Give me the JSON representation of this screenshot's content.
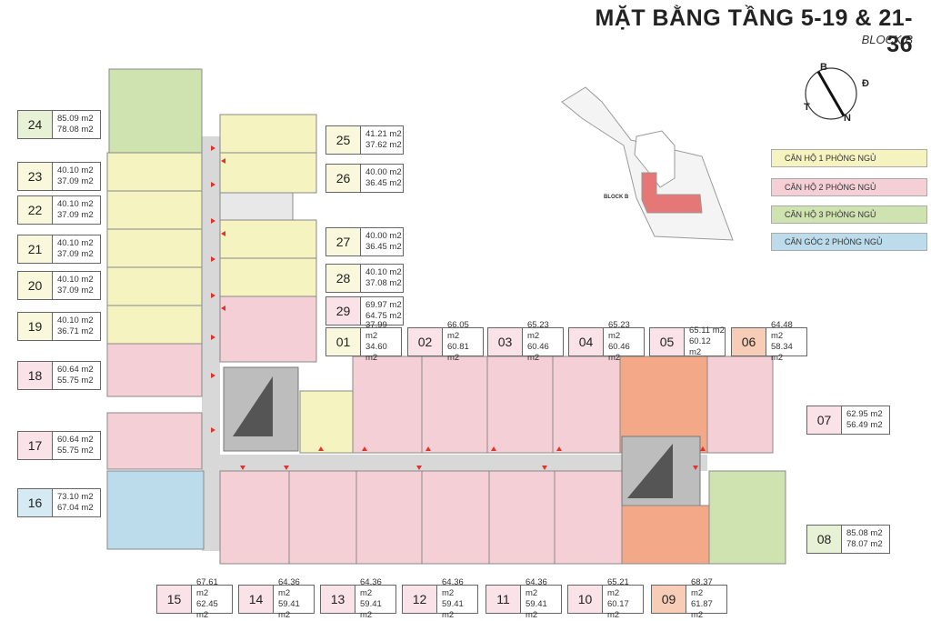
{
  "title": "MẶT BẰNG TẦNG 5-19 & 21-36",
  "subtitle": "BLOCK B",
  "compass": {
    "n": "B",
    "s": "N",
    "e": "Đ",
    "w": "T"
  },
  "keymap_label": "BLOCK B",
  "colors": {
    "one_bed": "#f5f3bf",
    "two_bed": "#f5cfd6",
    "three_bed": "#cfe3b0",
    "corner": "#bcdcec",
    "orange": "#f3a888",
    "corridor": "#d6d6d6"
  },
  "legend": [
    {
      "label": "CĂN HỘ 1 PHÒNG NGỦ",
      "color": "#f5f3bf"
    },
    {
      "label": "CĂN HỘ 2 PHÒNG NGỦ",
      "color": "#f5cfd6"
    },
    {
      "label": "CĂN HỘ 3 PHÒNG NGỦ",
      "color": "#cfe3b0"
    },
    {
      "label": "CĂN GÓC 2 PHÒNG NGỦ",
      "color": "#bcdcec"
    }
  ],
  "units": [
    {
      "id": "24",
      "a1": "85.09 m2",
      "a2": "78.08 m2",
      "color": "#e6f1d6"
    },
    {
      "id": "23",
      "a1": "40.10 m2",
      "a2": "37.09 m2",
      "color": "#f9f8dc"
    },
    {
      "id": "22",
      "a1": "40.10 m2",
      "a2": "37.09 m2",
      "color": "#f9f8dc"
    },
    {
      "id": "21",
      "a1": "40.10 m2",
      "a2": "37.09 m2",
      "color": "#f9f8dc"
    },
    {
      "id": "20",
      "a1": "40.10 m2",
      "a2": "37.09 m2",
      "color": "#f9f8dc"
    },
    {
      "id": "19",
      "a1": "40.10 m2",
      "a2": "36.71 m2",
      "color": "#f9f8dc"
    },
    {
      "id": "18",
      "a1": "60.64 m2",
      "a2": "55.75 m2",
      "color": "#fae3e8"
    },
    {
      "id": "17",
      "a1": "60.64 m2",
      "a2": "55.75 m2",
      "color": "#fae3e8"
    },
    {
      "id": "16",
      "a1": "73.10 m2",
      "a2": "67.04 m2",
      "color": "#d6eaf4"
    },
    {
      "id": "25",
      "a1": "41.21 m2",
      "a2": "37.62 m2",
      "color": "#f9f8dc"
    },
    {
      "id": "26",
      "a1": "40.00 m2",
      "a2": "36.45 m2",
      "color": "#f9f8dc"
    },
    {
      "id": "27",
      "a1": "40.00 m2",
      "a2": "36.45 m2",
      "color": "#f9f8dc"
    },
    {
      "id": "28",
      "a1": "40.10 m2",
      "a2": "37.08 m2",
      "color": "#f9f8dc"
    },
    {
      "id": "29",
      "a1": "69.97 m2",
      "a2": "64.75 m2",
      "color": "#fae3e8"
    },
    {
      "id": "01",
      "a1": "37.99 m2",
      "a2": "34.60 m2",
      "color": "#f9f8dc"
    },
    {
      "id": "02",
      "a1": "66.05 m2",
      "a2": "60.81 m2",
      "color": "#fae3e8"
    },
    {
      "id": "03",
      "a1": "65.23 m2",
      "a2": "60.46 m2",
      "color": "#fae3e8"
    },
    {
      "id": "04",
      "a1": "65.23 m2",
      "a2": "60.46 m2",
      "color": "#fae3e8"
    },
    {
      "id": "05",
      "a1": "65.11 m2",
      "a2": "60.12 m2",
      "color": "#fae3e8"
    },
    {
      "id": "06",
      "a1": "64.48 m2",
      "a2": "58.34 m2",
      "color": "#f8cdb8"
    },
    {
      "id": "07",
      "a1": "62.95 m2",
      "a2": "56.49 m2",
      "color": "#fae3e8"
    },
    {
      "id": "08",
      "a1": "85.08 m2",
      "a2": "78.07 m2",
      "color": "#e6f1d6"
    },
    {
      "id": "15",
      "a1": "67.61 m2",
      "a2": "62.45 m2",
      "color": "#fae3e8"
    },
    {
      "id": "14",
      "a1": "64.36 m2",
      "a2": "59.41 m2",
      "color": "#fae3e8"
    },
    {
      "id": "13",
      "a1": "64.36 m2",
      "a2": "59.41 m2",
      "color": "#fae3e8"
    },
    {
      "id": "12",
      "a1": "64.36 m2",
      "a2": "59.41 m2",
      "color": "#fae3e8"
    },
    {
      "id": "11",
      "a1": "64.36 m2",
      "a2": "59.41 m2",
      "color": "#fae3e8"
    },
    {
      "id": "10",
      "a1": "65.21 m2",
      "a2": "60.17 m2",
      "color": "#fae3e8"
    },
    {
      "id": "09",
      "a1": "68.37 m2",
      "a2": "61.87 m2",
      "color": "#f8cdb8"
    }
  ]
}
